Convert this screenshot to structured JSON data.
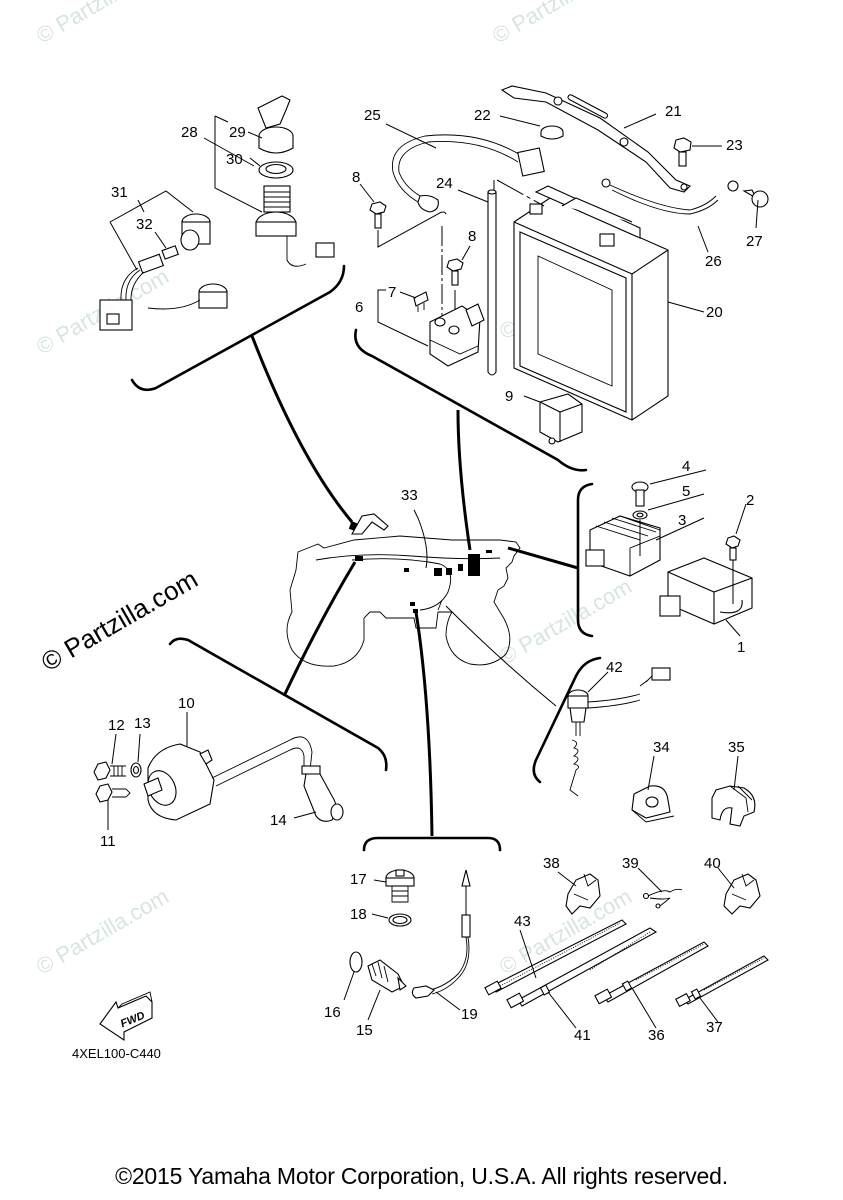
{
  "diagram": {
    "title": "Electrical 1",
    "code": "4XEL100-C440",
    "fwd_label": "FWD",
    "watermark": "© Partzilla.com",
    "copyright": "©2015 Yamaha Motor Corporation, U.S.A. All rights reserved."
  },
  "callouts": {
    "c1": "1",
    "c2": "2",
    "c3": "3",
    "c4": "4",
    "c5": "5",
    "c6": "6",
    "c7": "7",
    "c8a": "8",
    "c8b": "8",
    "c9": "9",
    "c10": "10",
    "c11": "11",
    "c12": "12",
    "c13": "13",
    "c14": "14",
    "c15": "15",
    "c16": "16",
    "c17": "17",
    "c18": "18",
    "c19": "19",
    "c20": "20",
    "c21": "21",
    "c22": "22",
    "c23": "23",
    "c24": "24",
    "c25": "25",
    "c26": "26",
    "c27": "27",
    "c28": "28",
    "c29": "29",
    "c30": "30",
    "c31": "31",
    "c32": "32",
    "c33": "33",
    "c34": "34",
    "c35": "35",
    "c36": "36",
    "c37": "37",
    "c38": "38",
    "c39": "39",
    "c40": "40",
    "c41": "41",
    "c42": "42",
    "c43": "43"
  },
  "groups": [
    {
      "name": "main-switch-group",
      "parts": [
        "28",
        "29",
        "30",
        "31",
        "32"
      ]
    },
    {
      "name": "battery-relay-group",
      "parts": [
        "6",
        "7",
        "8",
        "9",
        "20",
        "21",
        "22",
        "23",
        "24",
        "25",
        "26",
        "27"
      ]
    },
    {
      "name": "rectifier-cdi-group",
      "parts": [
        "1",
        "2",
        "3",
        "4",
        "5"
      ]
    },
    {
      "name": "ignition-coil-group",
      "parts": [
        "10",
        "11",
        "12",
        "13",
        "14"
      ]
    },
    {
      "name": "sensor-group",
      "parts": [
        "15",
        "16",
        "17",
        "18",
        "19"
      ]
    },
    {
      "name": "switch-group",
      "parts": [
        "42"
      ]
    },
    {
      "name": "clamps-bands",
      "parts": [
        "34",
        "35",
        "36",
        "37",
        "38",
        "39",
        "40",
        "41",
        "43"
      ]
    }
  ]
}
